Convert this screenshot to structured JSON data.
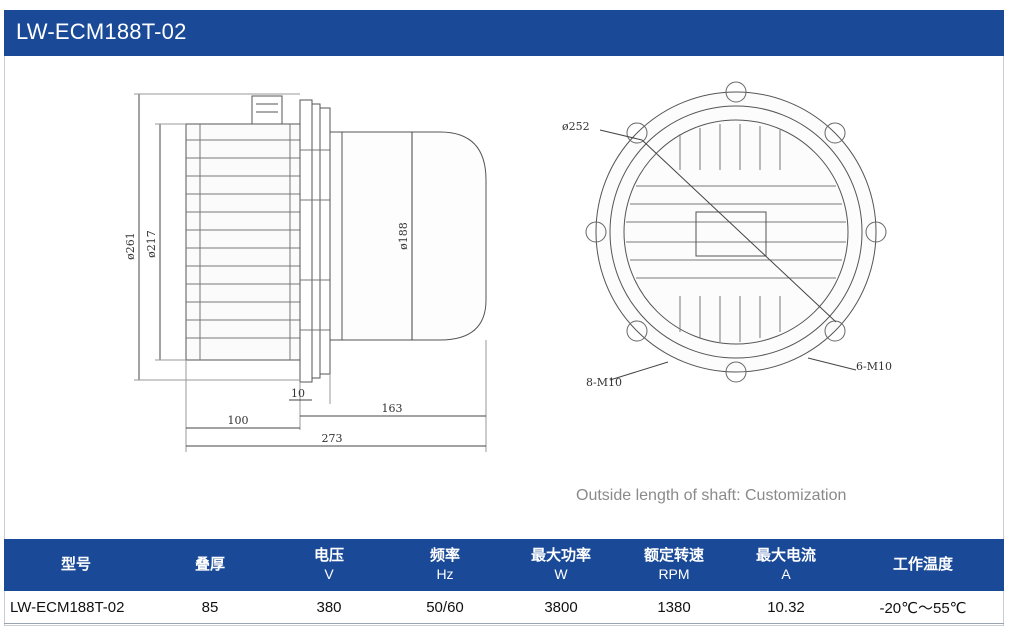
{
  "header": {
    "title": "LW-ECM188T-02"
  },
  "drawing": {
    "side_view": {
      "dim_outer_diameter": "ø261",
      "dim_inner_diameter": "ø217",
      "dim_body_diameter": "ø188",
      "dim_flange": "10",
      "dim_rear_length": "100",
      "dim_front_length": "163",
      "dim_total_length": "273"
    },
    "front_view": {
      "dim_bolt_circle": "ø252",
      "hole_label_left": "8-M10",
      "hole_label_right": "6-M10"
    },
    "note": "Outside length of shaft: Customization"
  },
  "table": {
    "headers": [
      {
        "label": "型号",
        "unit": ""
      },
      {
        "label": "叠厚",
        "unit": ""
      },
      {
        "label": "电压",
        "unit": "V"
      },
      {
        "label": "频率",
        "unit": "Hz"
      },
      {
        "label": "最大功率",
        "unit": "W"
      },
      {
        "label": "额定转速",
        "unit": "RPM"
      },
      {
        "label": "最大电流",
        "unit": "A"
      },
      {
        "label": "工作温度",
        "unit": ""
      }
    ],
    "rows": [
      [
        "LW-ECM188T-02",
        "85",
        "380",
        "50/60",
        "3800",
        "1380",
        "10.32",
        "-20℃～55℃"
      ]
    ]
  },
  "colors": {
    "accent": "#1a4a97",
    "line": "#555555"
  }
}
